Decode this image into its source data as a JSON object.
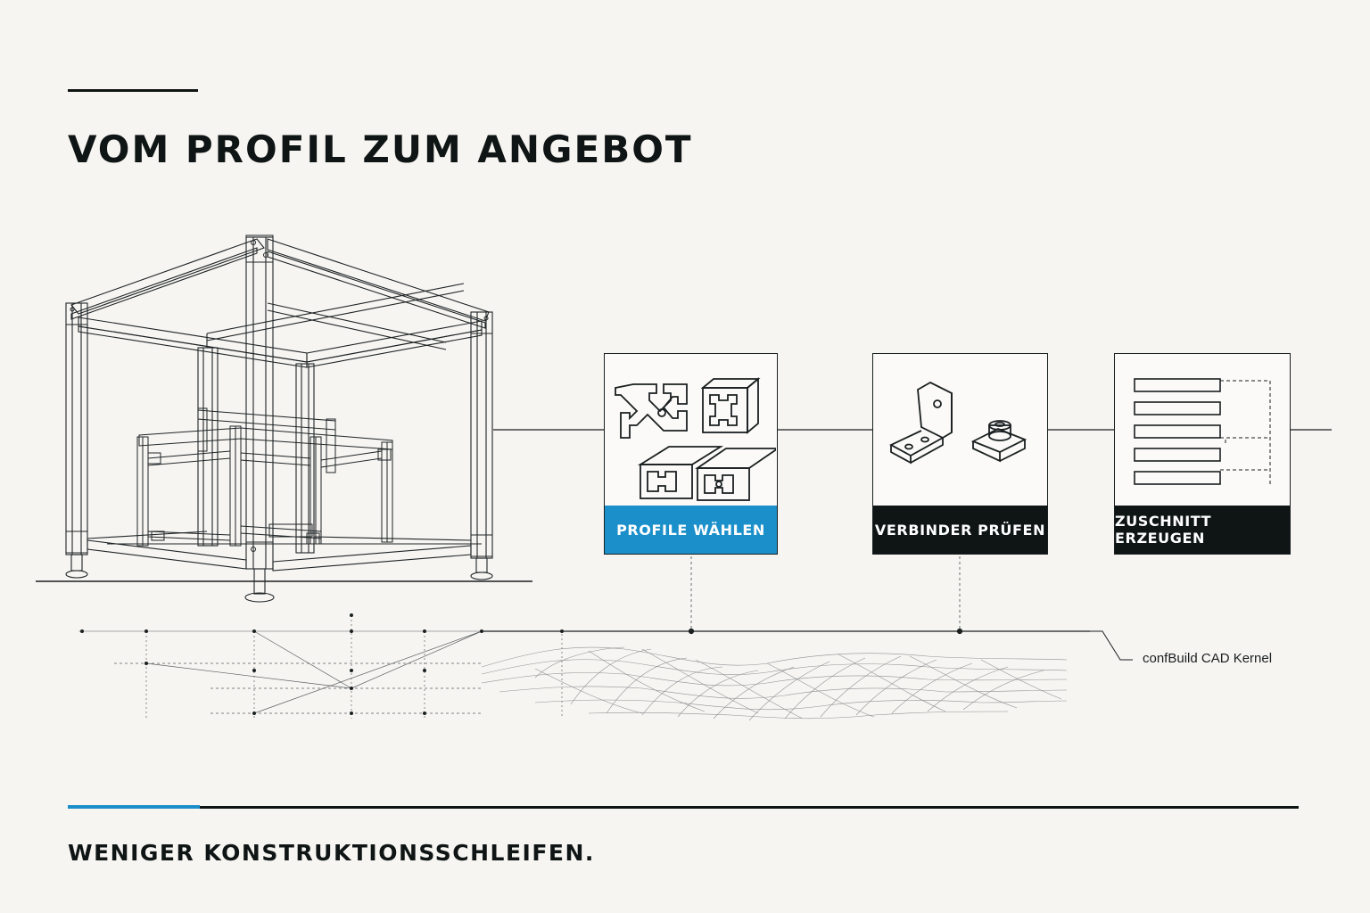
{
  "header": {
    "title": "VOM PROFIL ZUM ANGEBOT"
  },
  "steps": [
    {
      "label": "PROFILE WÄHLEN",
      "icon": "aluminium-profiles-icon",
      "color": "#1b8fca"
    },
    {
      "label": "VERBINDER PRÜFEN",
      "icon": "connector-bracket-icon",
      "color": "#0f1515"
    },
    {
      "label": "ZUSCHNITT ERZEUGEN",
      "icon": "cut-list-icon",
      "color": "#0f1515"
    }
  ],
  "kernel": {
    "label": "confBuild CAD Kernel"
  },
  "footer": {
    "tagline": "WENIGER KONSTRUKTIONSSCHLEIFEN.",
    "accent_color": "#1b8fca"
  },
  "illustration": {
    "icon": "aluminium-frame-illustration"
  }
}
